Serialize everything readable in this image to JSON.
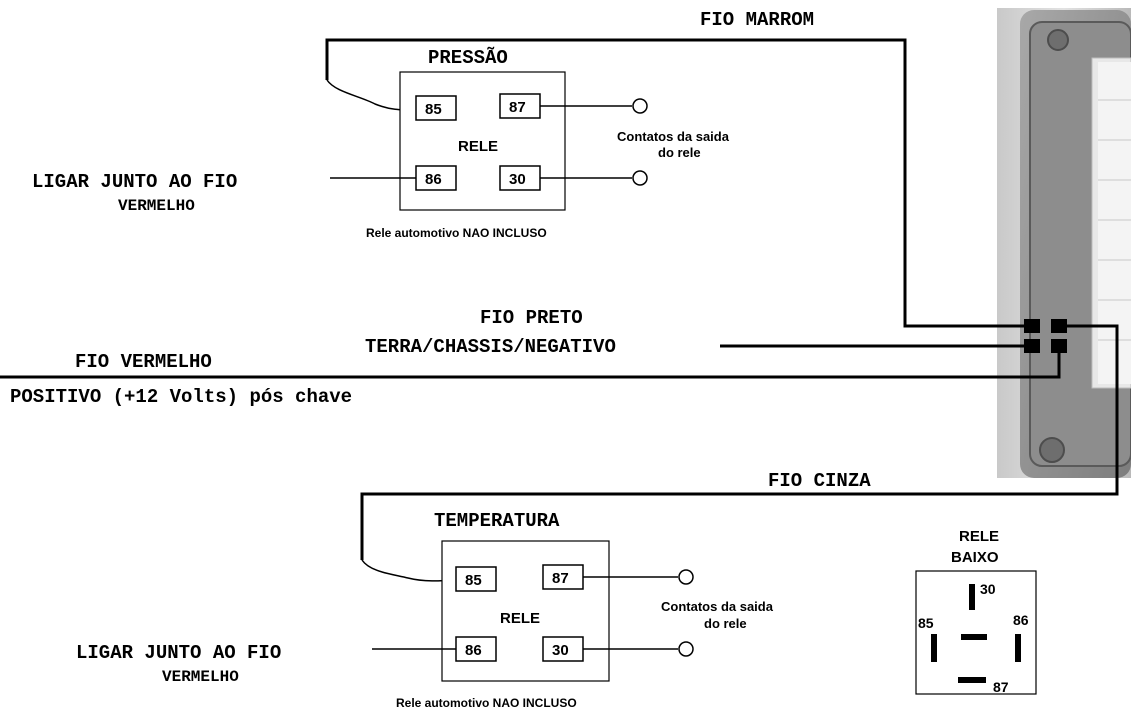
{
  "wires": {
    "brown": "FIO MARROM",
    "black_line1": "FIO PRETO",
    "black_line2": "TERRA/CHASSIS/NEGATIVO",
    "red_line1": "FIO VERMELHO",
    "red_line2": "POSITIVO (+12 Volts) pós chave",
    "gray": "FIO CINZA"
  },
  "relay_pressure": {
    "title": "PRESSÃO",
    "name": "RELE",
    "pins": [
      "85",
      "87",
      "86",
      "30"
    ],
    "outputs_line1": "Contatos da saida",
    "outputs_line2": "do rele",
    "note": "Rele automotivo NAO INCLUSO",
    "connect_line1": "LIGAR JUNTO AO FIO",
    "connect_line2": "VERMELHO"
  },
  "relay_temperature": {
    "title": "TEMPERATURA",
    "name": "RELE",
    "pins": [
      "85",
      "87",
      "86",
      "30"
    ],
    "outputs_line1": "Contatos da saida",
    "outputs_line2": "do rele",
    "note": "Rele automotivo NAO INCLUSO",
    "connect_line1": "LIGAR JUNTO AO FIO",
    "connect_line2": "VERMELHO"
  },
  "relay_bottom": {
    "title_line1": "RELE",
    "title_line2": "BAIXO",
    "pins": [
      "30",
      "85",
      "86",
      "87"
    ]
  }
}
